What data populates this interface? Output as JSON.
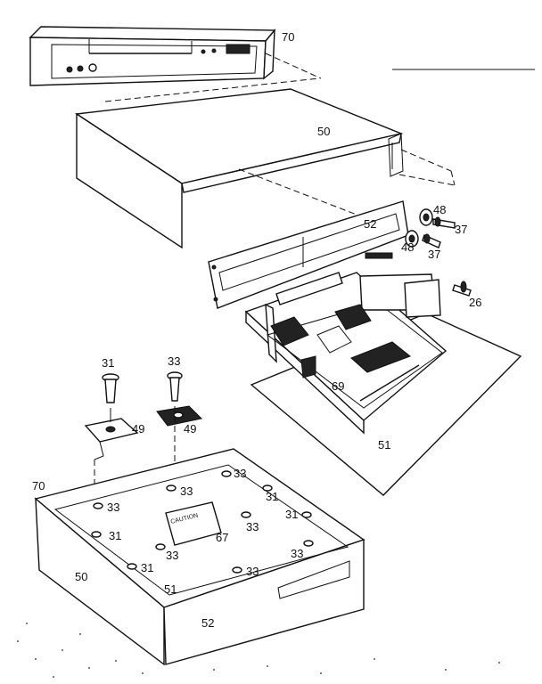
{
  "labels": {
    "front_bezel": "70",
    "top_cover": "50",
    "back_plate": "52",
    "washer_upper": "48",
    "screw_upper": "37",
    "washer_lower": "48",
    "screw_lower": "37",
    "screw_side": "26",
    "pcb": "69",
    "base_panel": "51",
    "foot_screw": "31",
    "foot_screw_2": "33",
    "foot_bracket_1": "49",
    "foot_bracket_2": "49",
    "asm_bezel": "70",
    "asm_cover": "50",
    "asm_base": "51",
    "asm_back": "52",
    "caution_label": "67",
    "hole_33_a": "33",
    "hole_33_b": "33",
    "hole_33_c": "33",
    "hole_33_d": "33",
    "hole_33_e": "33",
    "hole_33_f": "33",
    "hole_33_g": "33",
    "hole_31_a": "31",
    "hole_31_b": "31",
    "hole_31_c": "31",
    "hole_31_d": "31",
    "caution_text": "CAUTION"
  }
}
